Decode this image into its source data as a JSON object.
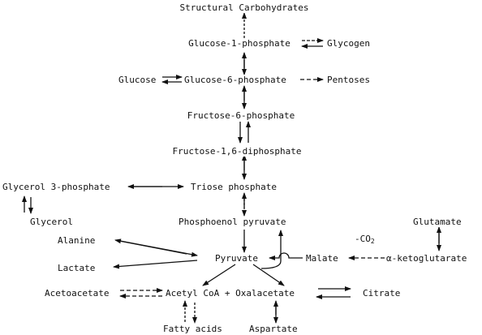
{
  "title": "Structural Carbohydrates",
  "nodes": {
    "g1p": "Glucose-1-phosphate",
    "glycogen": "Glycogen",
    "glucose": "Glucose",
    "g6p": "Glucose-6-phosphate",
    "pentoses": "Pentoses",
    "f6p": "Fructose-6-phosphate",
    "f16dp": "Fructose-1,6-diphosphate",
    "glycerol3p": "Glycerol 3-phosphate",
    "triose": "Triose phosphate",
    "glycerol": "Glycerol",
    "pep": "Phosphoenol pyruvate",
    "glutamate": "Glutamate",
    "alanine": "Alanine",
    "co2_minus": "-CO",
    "co2_sub": "2",
    "pyruvate": "Pyruvate",
    "malate": "Malate",
    "akg": "α-ketoglutarate",
    "lactate": "Lactate",
    "acetoacetate": "Acetoacetate",
    "acetylcoa": "Acetyl CoA + Oxalacetate",
    "citrate": "Citrate",
    "fattyacids": "Fatty acids",
    "aspartate": "Aspartate"
  },
  "colors": {
    "ink": "#111111",
    "background": "#ffffff"
  }
}
